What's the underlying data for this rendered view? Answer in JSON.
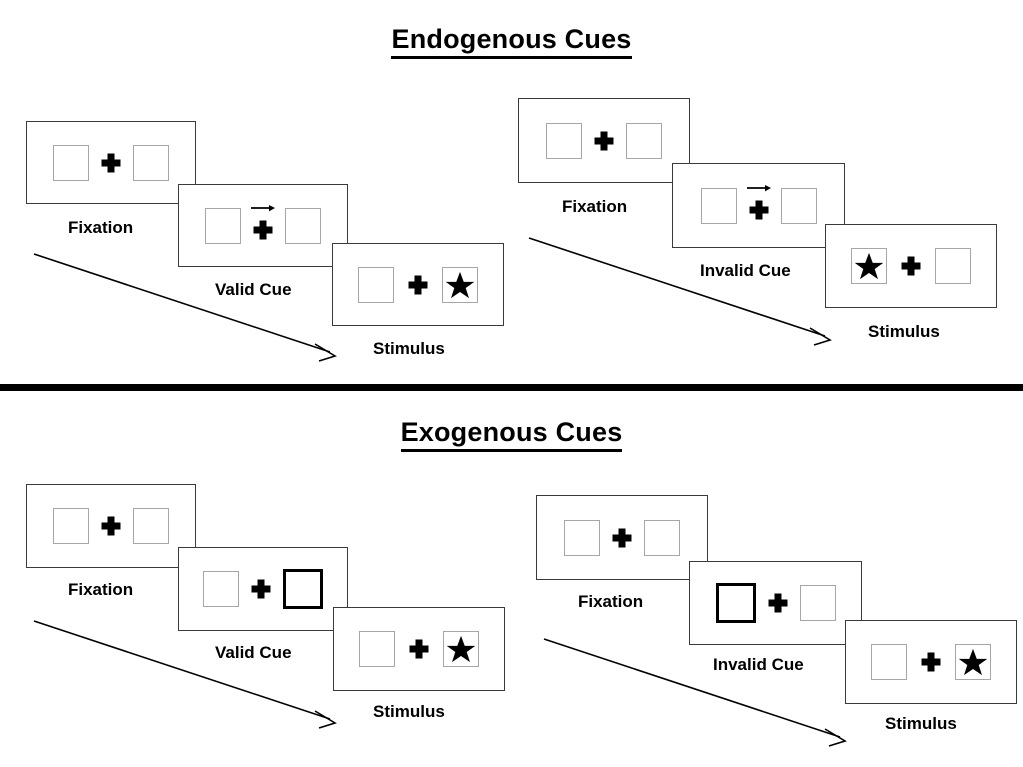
{
  "sections": [
    {
      "id": "endogenous",
      "title": "Endogenous Cues",
      "conditions": [
        {
          "id": "endogenous-valid",
          "frames": [
            {
              "caption": "Fixation",
              "cue": "none",
              "left_box": "empty",
              "right_box": "empty"
            },
            {
              "caption": "Valid Cue",
              "cue": "arrow-right",
              "left_box": "empty",
              "right_box": "empty"
            },
            {
              "caption": "Stimulus",
              "cue": "none",
              "left_box": "empty",
              "right_box": "star"
            }
          ]
        },
        {
          "id": "endogenous-invalid",
          "frames": [
            {
              "caption": "Fixation",
              "cue": "none",
              "left_box": "empty",
              "right_box": "empty"
            },
            {
              "caption": "Invalid Cue",
              "cue": "arrow-right",
              "left_box": "empty",
              "right_box": "empty"
            },
            {
              "caption": "Stimulus",
              "cue": "none",
              "left_box": "star",
              "right_box": "empty"
            }
          ]
        }
      ]
    },
    {
      "id": "exogenous",
      "title": "Exogenous Cues",
      "conditions": [
        {
          "id": "exogenous-valid",
          "frames": [
            {
              "caption": "Fixation",
              "cue": "none",
              "left_box": "empty",
              "right_box": "empty"
            },
            {
              "caption": "Valid Cue",
              "cue": "box-highlight-right",
              "left_box": "empty",
              "right_box": "cued"
            },
            {
              "caption": "Stimulus",
              "cue": "none",
              "left_box": "empty",
              "right_box": "star"
            }
          ]
        },
        {
          "id": "exogenous-invalid",
          "frames": [
            {
              "caption": "Fixation",
              "cue": "none",
              "left_box": "empty",
              "right_box": "empty"
            },
            {
              "caption": "Invalid Cue",
              "cue": "box-highlight-left",
              "left_box": "cued",
              "right_box": "empty"
            },
            {
              "caption": "Stimulus",
              "cue": "none",
              "left_box": "empty",
              "right_box": "star"
            }
          ]
        }
      ]
    }
  ],
  "icons": {
    "fixation_cross": "plus-cross-icon",
    "arrow_cue": "arrow-right-icon",
    "star_target": "star-icon",
    "time_arrow": "time-progression-arrow-icon"
  },
  "colors": {
    "ink": "#000000",
    "frame_border": "#3a3a3a",
    "box_border": "#a6a6a6",
    "cue_border": "#000000",
    "background": "#ffffff"
  }
}
